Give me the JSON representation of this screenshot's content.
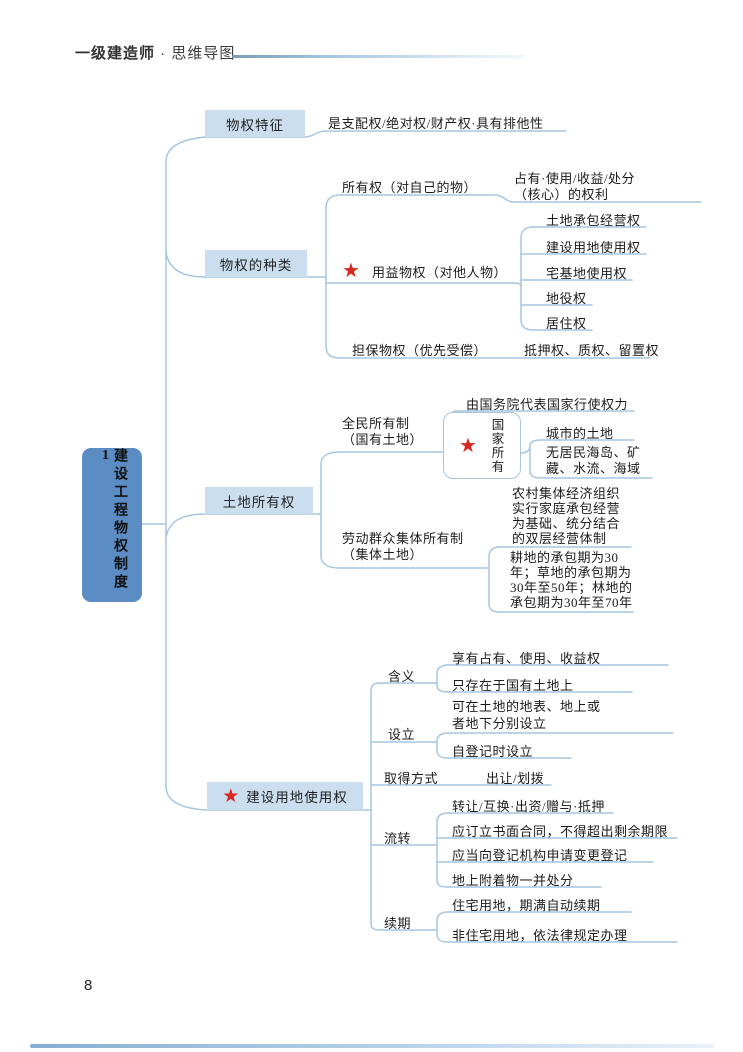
{
  "header": {
    "title_bold": "一级建造师",
    "title_dot": " · ",
    "title_rest": "思维导图"
  },
  "page": {
    "number": "8"
  },
  "root_label": "建设工程物权制度1",
  "map": {
    "tezheng": {
      "label": "物权特征",
      "desc": "是支配权/绝对权/财产权·具有排他性"
    },
    "zhonglei": {
      "label": "物权的种类",
      "suoyou": {
        "label": "所有权（对自己的物）",
        "desc": "占有·使用/收益/处分\n（核心）的权利"
      },
      "yongyi": {
        "label": "用益物权（对他人物）",
        "items": [
          "土地承包经营权",
          "建设用地使用权",
          "宅基地使用权",
          "地役权",
          "居住权"
        ]
      },
      "danbao": {
        "label": "担保物权（优先受偿）",
        "desc": "抵押权、质权、留置权"
      }
    },
    "tudi": {
      "label": "土地所有权",
      "quanmin": {
        "label": "全民所有制\n（国有土地）",
        "box_label": "国家所有",
        "top_item": "由国务院代表国家行使权力",
        "items": [
          "城市的土地",
          "无居民海岛、矿\n藏、水流、海域"
        ]
      },
      "jiti": {
        "label": "劳动群众集体所有制\n（集体土地）",
        "items": [
          "农村集体经济组织\n实行家庭承包经营\n为基础、统分结合\n的双层经营体制",
          "耕地的承包期为30\n年；草地的承包期为\n30年至50年；林地的\n承包期为30年至70年"
        ]
      }
    },
    "jianshe": {
      "label": "建设用地使用权",
      "hanyi": {
        "label": "含义",
        "items": [
          "享有占有、使用、收益权",
          "只存在于国有土地上"
        ]
      },
      "sheli": {
        "label": "设立",
        "items": [
          "可在土地的地表、地上或\n者地下分别设立",
          "自登记时设立"
        ]
      },
      "qude": {
        "label": "取得方式",
        "items": [
          "出让/划拨"
        ]
      },
      "liuzhuan": {
        "label": "流转",
        "items": [
          "转让/互换·出资/赠与·抵押",
          "应订立书面合同，不得超出剩余期限",
          "应当向登记机构申请变更登记",
          "地上附着物一并处分"
        ]
      },
      "xuqi": {
        "label": "续期",
        "items": [
          "住宅用地，期满自动续期",
          "非住宅用地，依法律规定办理"
        ]
      }
    }
  },
  "colors": {
    "accent_blue": "#5b8cc4",
    "node_fill": "#cbdeef",
    "connector": "#a6c6e2",
    "star_red": "#d6281e"
  }
}
